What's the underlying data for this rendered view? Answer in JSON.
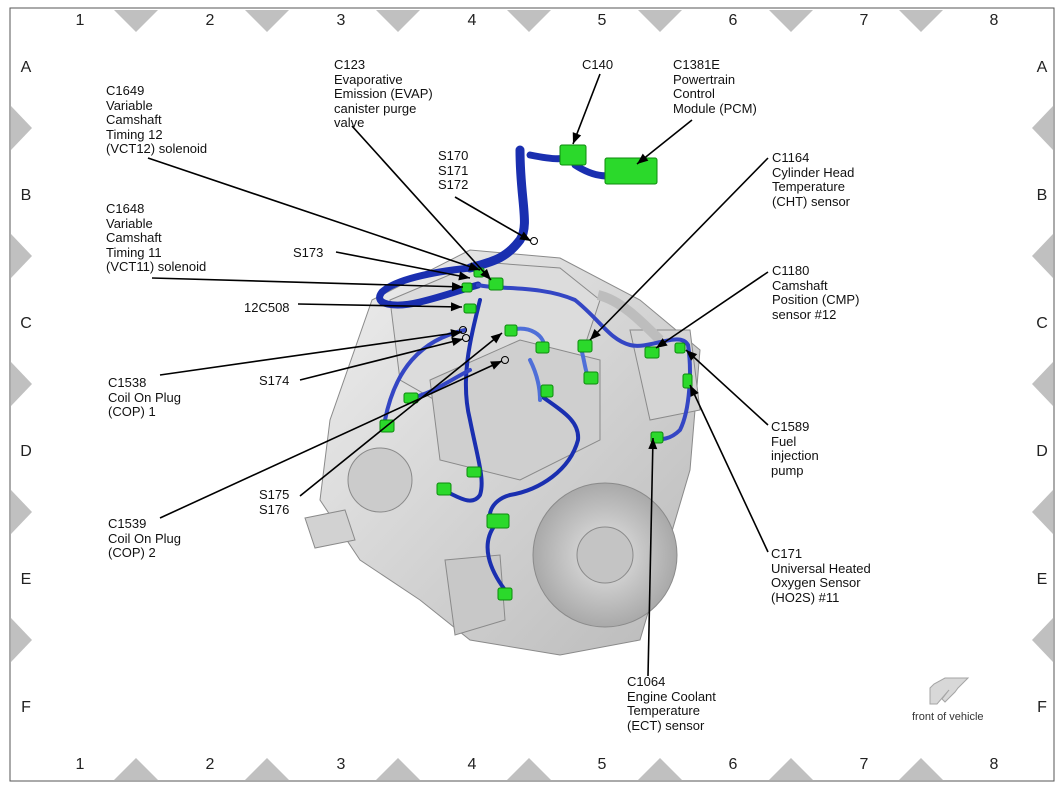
{
  "grid": {
    "columns": [
      "1",
      "2",
      "3",
      "4",
      "5",
      "6",
      "7",
      "8"
    ],
    "rows": [
      "A",
      "B",
      "C",
      "D",
      "E",
      "F"
    ]
  },
  "colors": {
    "harness": "#1a2fb0",
    "harness_light": "#4f6fd8",
    "connector": "#2bd92b",
    "connector_dark": "#0c8a0c",
    "engine": "#d6d6d6",
    "frame": "#c0c0c0",
    "leader": "#000000"
  },
  "callouts": [
    {
      "id": "c1649",
      "lines": [
        "C1649",
        "Variable",
        "Camshaft",
        "Timing 12",
        "(VCT12) solenoid"
      ]
    },
    {
      "id": "c1648",
      "lines": [
        "C1648",
        "Variable",
        "Camshaft",
        "Timing 11",
        "(VCT11) solenoid"
      ]
    },
    {
      "id": "s173",
      "lines": [
        "S173"
      ]
    },
    {
      "id": "12c508",
      "lines": [
        "12C508"
      ]
    },
    {
      "id": "c1538",
      "lines": [
        "C1538",
        "Coil On Plug",
        "(COP) 1"
      ]
    },
    {
      "id": "s174",
      "lines": [
        "S174"
      ]
    },
    {
      "id": "c1539",
      "lines": [
        "C1539",
        "Coil On Plug",
        "(COP) 2"
      ]
    },
    {
      "id": "s175",
      "lines": [
        "S175",
        "S176"
      ]
    },
    {
      "id": "c123",
      "lines": [
        "C123",
        "Evaporative",
        "Emission (EVAP)",
        "canister purge",
        "valve"
      ]
    },
    {
      "id": "s170",
      "lines": [
        "S170",
        "S171",
        "S172"
      ]
    },
    {
      "id": "c140",
      "lines": [
        "C140"
      ]
    },
    {
      "id": "c1381e",
      "lines": [
        "C1381E",
        "Powertrain",
        "Control",
        "Module (PCM)"
      ]
    },
    {
      "id": "c1164",
      "lines": [
        "C1164",
        "Cylinder Head",
        "Temperature",
        "(CHT) sensor"
      ]
    },
    {
      "id": "c1180",
      "lines": [
        "C1180",
        "Camshaft",
        "Position (CMP)",
        "sensor #12"
      ]
    },
    {
      "id": "c1589",
      "lines": [
        "C1589",
        "Fuel",
        "injection",
        "pump"
      ]
    },
    {
      "id": "c171",
      "lines": [
        "C171",
        "Universal Heated",
        "Oxygen Sensor",
        "(HO2S) #11"
      ]
    },
    {
      "id": "c1064",
      "lines": [
        "C1064",
        "Engine Coolant",
        "Temperature",
        "(ECT) sensor"
      ]
    }
  ],
  "front_note": "front of vehicle"
}
